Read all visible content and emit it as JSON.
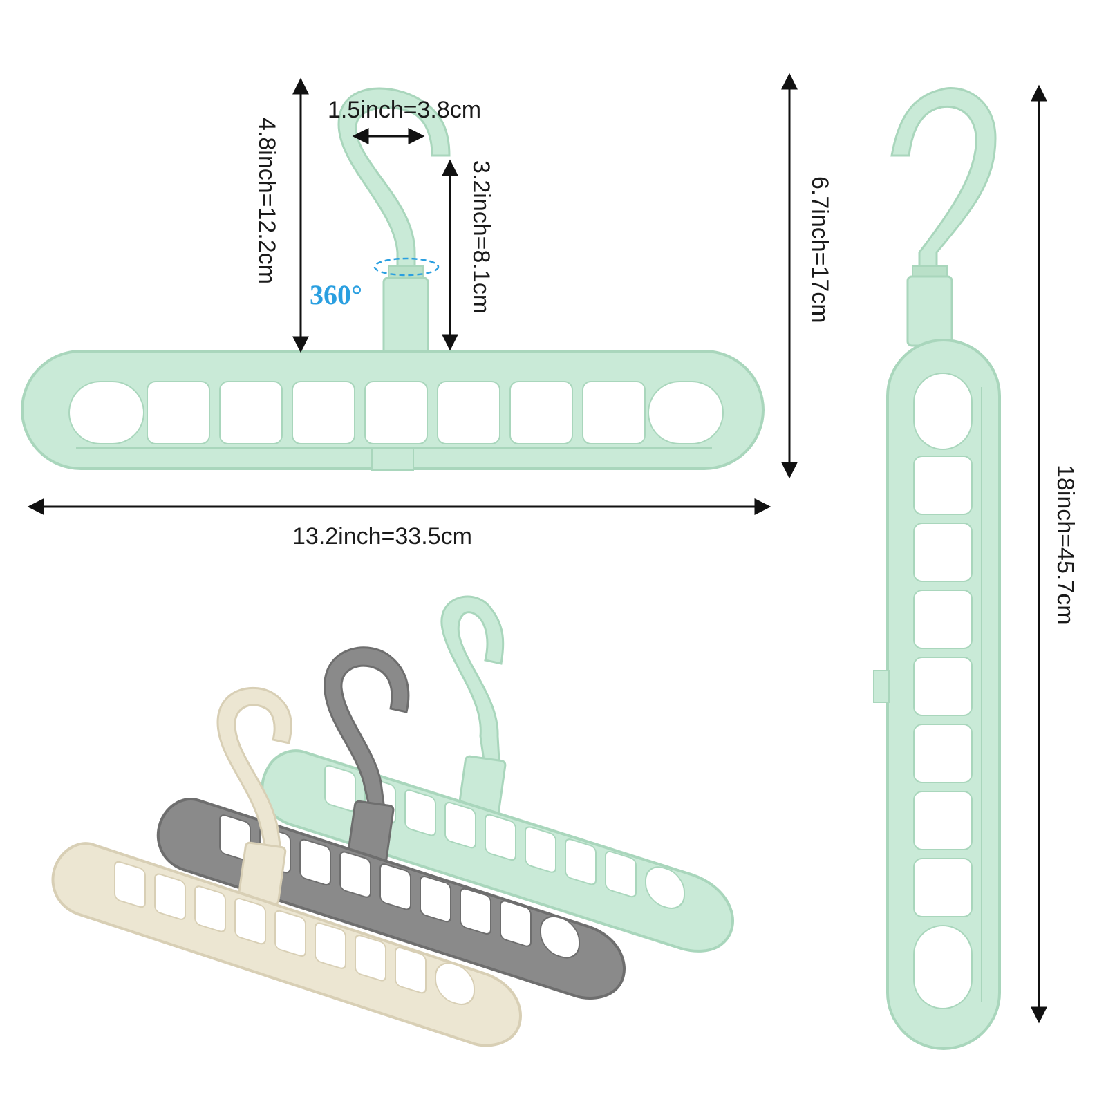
{
  "dimensions": {
    "hook_width": "1.5inch=3.8cm",
    "total_height_top": "4.8inch=12.2cm",
    "hook_height": "3.2inch=8.1cm",
    "full_height": "6.7inch=17cm",
    "length": "13.2inch=33.5cm",
    "folded_length": "18inch=45.7cm"
  },
  "rotation_label": "360°",
  "colors": {
    "green": "#c9ead7",
    "green_edge": "#a9d6bc",
    "grey": "#8a8a8a",
    "grey_edge": "#6e6e6e",
    "beige": "#ece6d2",
    "beige_edge": "#d8cfb5",
    "accent_blue": "#2a9fe0",
    "arrow": "#111111"
  }
}
